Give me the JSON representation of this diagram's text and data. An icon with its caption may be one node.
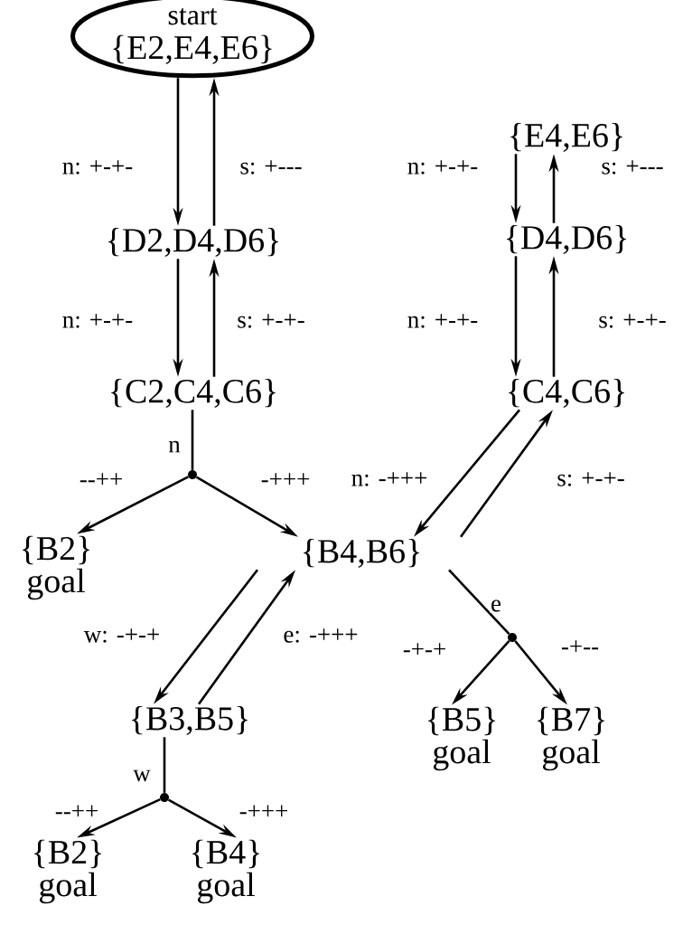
{
  "diagram": {
    "nodes": [
      {
        "text": [
          "start",
          "{E2,E4,E6}"
        ]
      },
      {
        "text": [
          "{D2,D4,D6}"
        ]
      },
      {
        "text": [
          "{C2,C4,C6}"
        ]
      },
      {
        "text": [
          "{E4,E6}"
        ]
      },
      {
        "text": [
          "{D4,D6}"
        ]
      },
      {
        "text": [
          "{C4,C6}"
        ]
      },
      {
        "text": [
          "{B2}",
          "goal"
        ]
      },
      {
        "text": [
          "{B4,B6}"
        ]
      },
      {
        "text": [
          "{B3,B5}"
        ]
      },
      {
        "text": [
          "{B5}",
          "goal"
        ]
      },
      {
        "text": [
          "{B7}",
          "goal"
        ]
      },
      {
        "text": [
          "{B2}",
          "goal"
        ]
      },
      {
        "text": [
          "{B4}",
          "goal"
        ]
      },
      {
        "text": [],
        "shape": "circle"
      },
      {
        "text": [],
        "shape": "circle"
      },
      {
        "text": [],
        "shape": "circle"
      }
    ],
    "edges": [
      {
        "from": 0,
        "to": 1,
        "arrow": "to",
        "label": "n: +-+-"
      },
      {
        "from": 1,
        "to": 0,
        "arrow": "to",
        "label": "s: +---"
      },
      {
        "from": 1,
        "to": 2,
        "arrow": "to",
        "label": "n: +-+-"
      },
      {
        "from": 2,
        "to": 1,
        "arrow": "to",
        "label": "s: +-+-"
      },
      {
        "from": 3,
        "to": 4,
        "arrow": "to",
        "label": "n: +-+-"
      },
      {
        "from": 4,
        "to": 3,
        "arrow": "to",
        "label": "s: +---"
      },
      {
        "from": 4,
        "to": 5,
        "arrow": "to",
        "label": "n: +-+-"
      },
      {
        "from": 5,
        "to": 4,
        "arrow": "to",
        "label": "s: +-+-"
      },
      {
        "from": 2,
        "to": 13,
        "arrow": "none",
        "label": "n"
      },
      {
        "from": 13,
        "to": 6,
        "arrow": "to",
        "label": "--++"
      },
      {
        "from": 13,
        "to": 7,
        "arrow": "to",
        "label": "-+++"
      },
      {
        "from": 5,
        "to": 7,
        "arrow": "to",
        "label": "n: -+++"
      },
      {
        "from": 7,
        "to": 5,
        "arrow": "to",
        "label": "s: +-+-"
      },
      {
        "from": 7,
        "to": 8,
        "arrow": "to",
        "label": "w: -+-+"
      },
      {
        "from": 8,
        "to": 7,
        "arrow": "to",
        "label": "e: -+++"
      },
      {
        "from": 7,
        "to": 14,
        "arrow": "none",
        "label": "e"
      },
      {
        "from": 14,
        "to": 9,
        "arrow": "to",
        "label": "-+-+"
      },
      {
        "from": 14,
        "to": 10,
        "arrow": "to",
        "label": "-+--"
      },
      {
        "from": 8,
        "to": 15,
        "arrow": "none",
        "label": "w"
      },
      {
        "from": 15,
        "to": 11,
        "arrow": "to",
        "label": "--++"
      },
      {
        "from": 15,
        "to": 12,
        "arrow": "to",
        "label": "-+++"
      }
    ]
  }
}
